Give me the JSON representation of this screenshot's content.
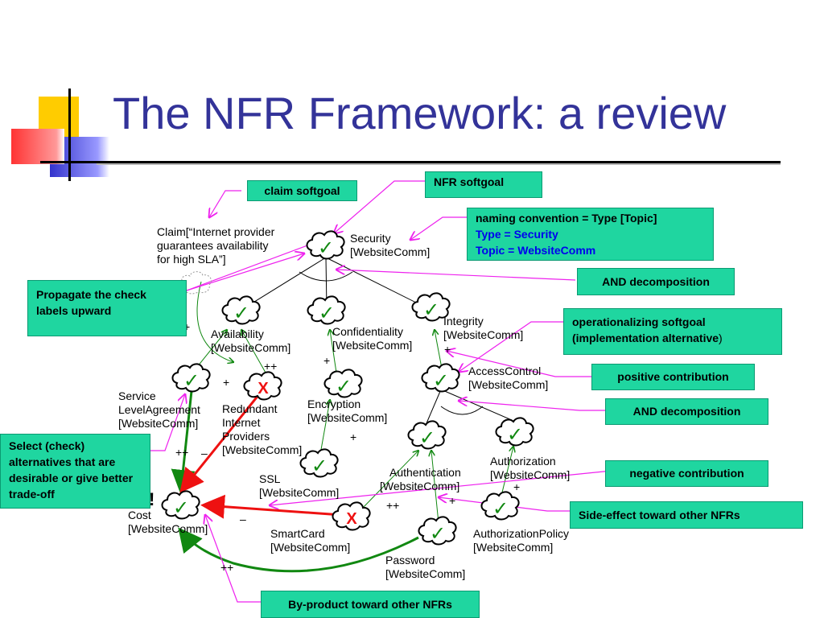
{
  "title": "The NFR Framework: a review",
  "callouts": {
    "claim_softgoal": "claim softgoal",
    "nfr_softgoal": "NFR softgoal",
    "naming_line1": "naming convention = Type [Topic]",
    "naming_line2": "Type = Security",
    "naming_line3": "Topic = WebsiteComm",
    "and_decomposition_1": "AND decomposition",
    "propagate": "Propagate the check labels upward",
    "operationalizing_1": "operationalizing softgoal",
    "operationalizing_2": "(implementation alternative",
    "operationalizing_3": ")",
    "positive_contribution": "positive contribution",
    "and_decomposition_2": "AND decomposition",
    "select_alternatives": "Select (check) alternatives that are desirable or give better trade-off",
    "negative_contribution": "negative contribution",
    "side_effect": "Side-effect toward other NFRs",
    "by_product": "By-product toward other NFRs"
  },
  "nodes": {
    "claim_1": "Claim[“Internet provider",
    "claim_2": "guarantees availability",
    "claim_3": "for high SLA”]",
    "security_1": "Security",
    "security_2": "[WebsiteComm]",
    "availability_1": "Availability",
    "availability_2": "[WebsiteComm]",
    "confidentiality_1": "Confidentiality",
    "confidentiality_2": "[WebsiteComm]",
    "integrity_1": "Integrity",
    "integrity_2": "[WebsiteComm]",
    "accesscontrol_1": "AccessControl",
    "accesscontrol_2": "[WebsiteComm]",
    "sla_1": "Service",
    "sla_2": "LevelAgreement",
    "sla_3": "[WebsiteComm]",
    "redundant_1": "Redundant",
    "redundant_2": "Internet",
    "redundant_3": "Providers",
    "redundant_4": "[WebsiteComm]",
    "encryption_1": "Encryption",
    "encryption_2": "[WebsiteComm]",
    "ssl_1": "SSL",
    "ssl_2": "[WebsiteComm]",
    "authentication_1": "Authentication",
    "authentication_2": "[WebsiteComm]",
    "authorization_1": "Authorization",
    "authorization_2": "[WebsiteComm]",
    "cost_1": "Cost",
    "cost_2": "[WebsiteComm]",
    "smartcard_1": "SmartCard",
    "smartcard_2": "[WebsiteComm]",
    "authpolicy_1": "AuthorizationPolicy",
    "authpolicy_2": "[WebsiteComm]",
    "password_1": "Password",
    "password_2": "[WebsiteComm]"
  },
  "signs": {
    "plus": "+",
    "plusplus": "++",
    "minus": "–",
    "exclaim": "!"
  },
  "marks": {
    "check": "✓",
    "denied": "X"
  },
  "colors": {
    "title": "#333399",
    "callout_bg": "#1fd6a0",
    "pointer": "#ee22ee",
    "positive": "#118811",
    "negative": "#ee1111"
  }
}
